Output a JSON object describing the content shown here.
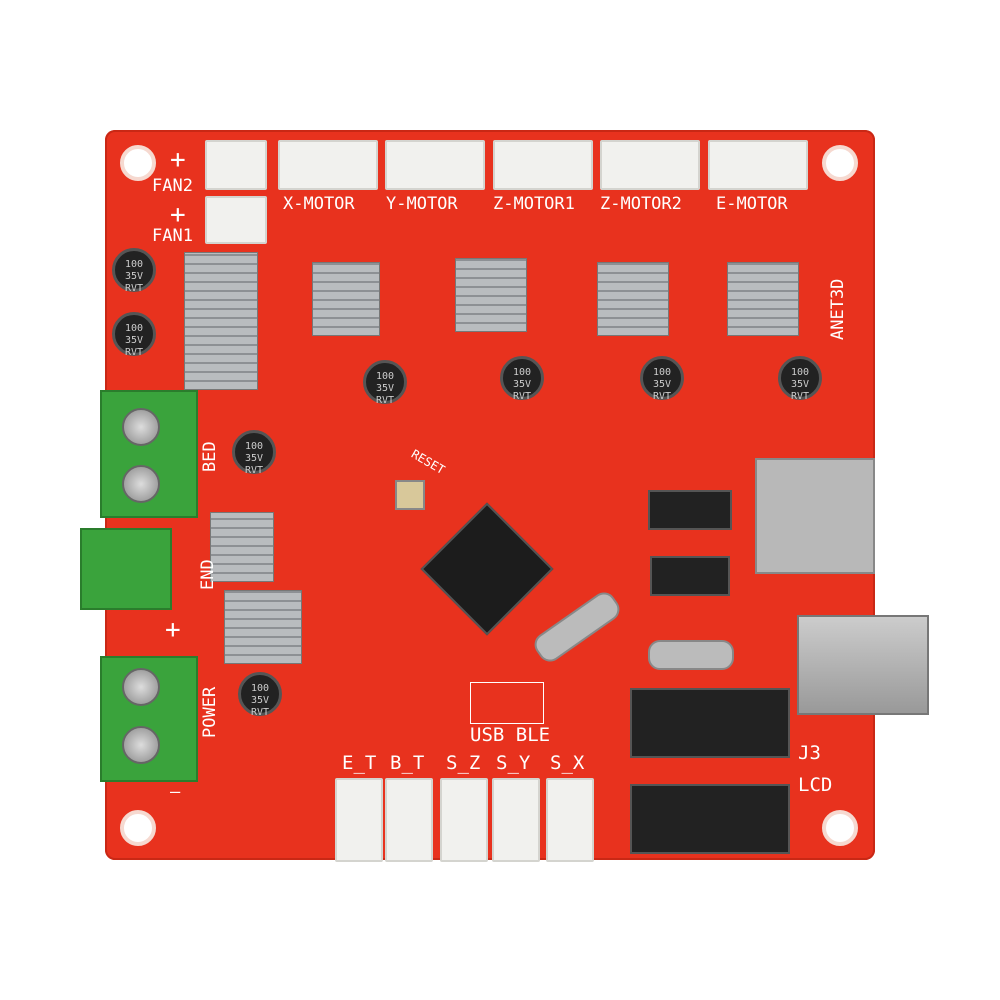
{
  "board": {
    "brand": "ANET3D",
    "color": "#e8321e"
  },
  "top_labels": {
    "fan2": "FAN2",
    "fan1": "FAN1",
    "x_motor": "X-MOTOR",
    "y_motor": "Y-MOTOR",
    "z_motor1": "Z-MOTOR1",
    "z_motor2": "Z-MOTOR2",
    "e_motor": "E-MOTOR"
  },
  "side_labels": {
    "bed": "BED",
    "end": "END",
    "power": "POWER",
    "reset": "RESET",
    "plus": "+",
    "minus": "—"
  },
  "bottom_labels": {
    "usb_ble": "USB BLE",
    "et": "E_T",
    "bt": "B_T",
    "sz": "S_Z",
    "sy": "S_Y",
    "sx": "S_X",
    "j3": "J3",
    "lcd": "LCD"
  },
  "capacitor_text": "100 35V RVT"
}
